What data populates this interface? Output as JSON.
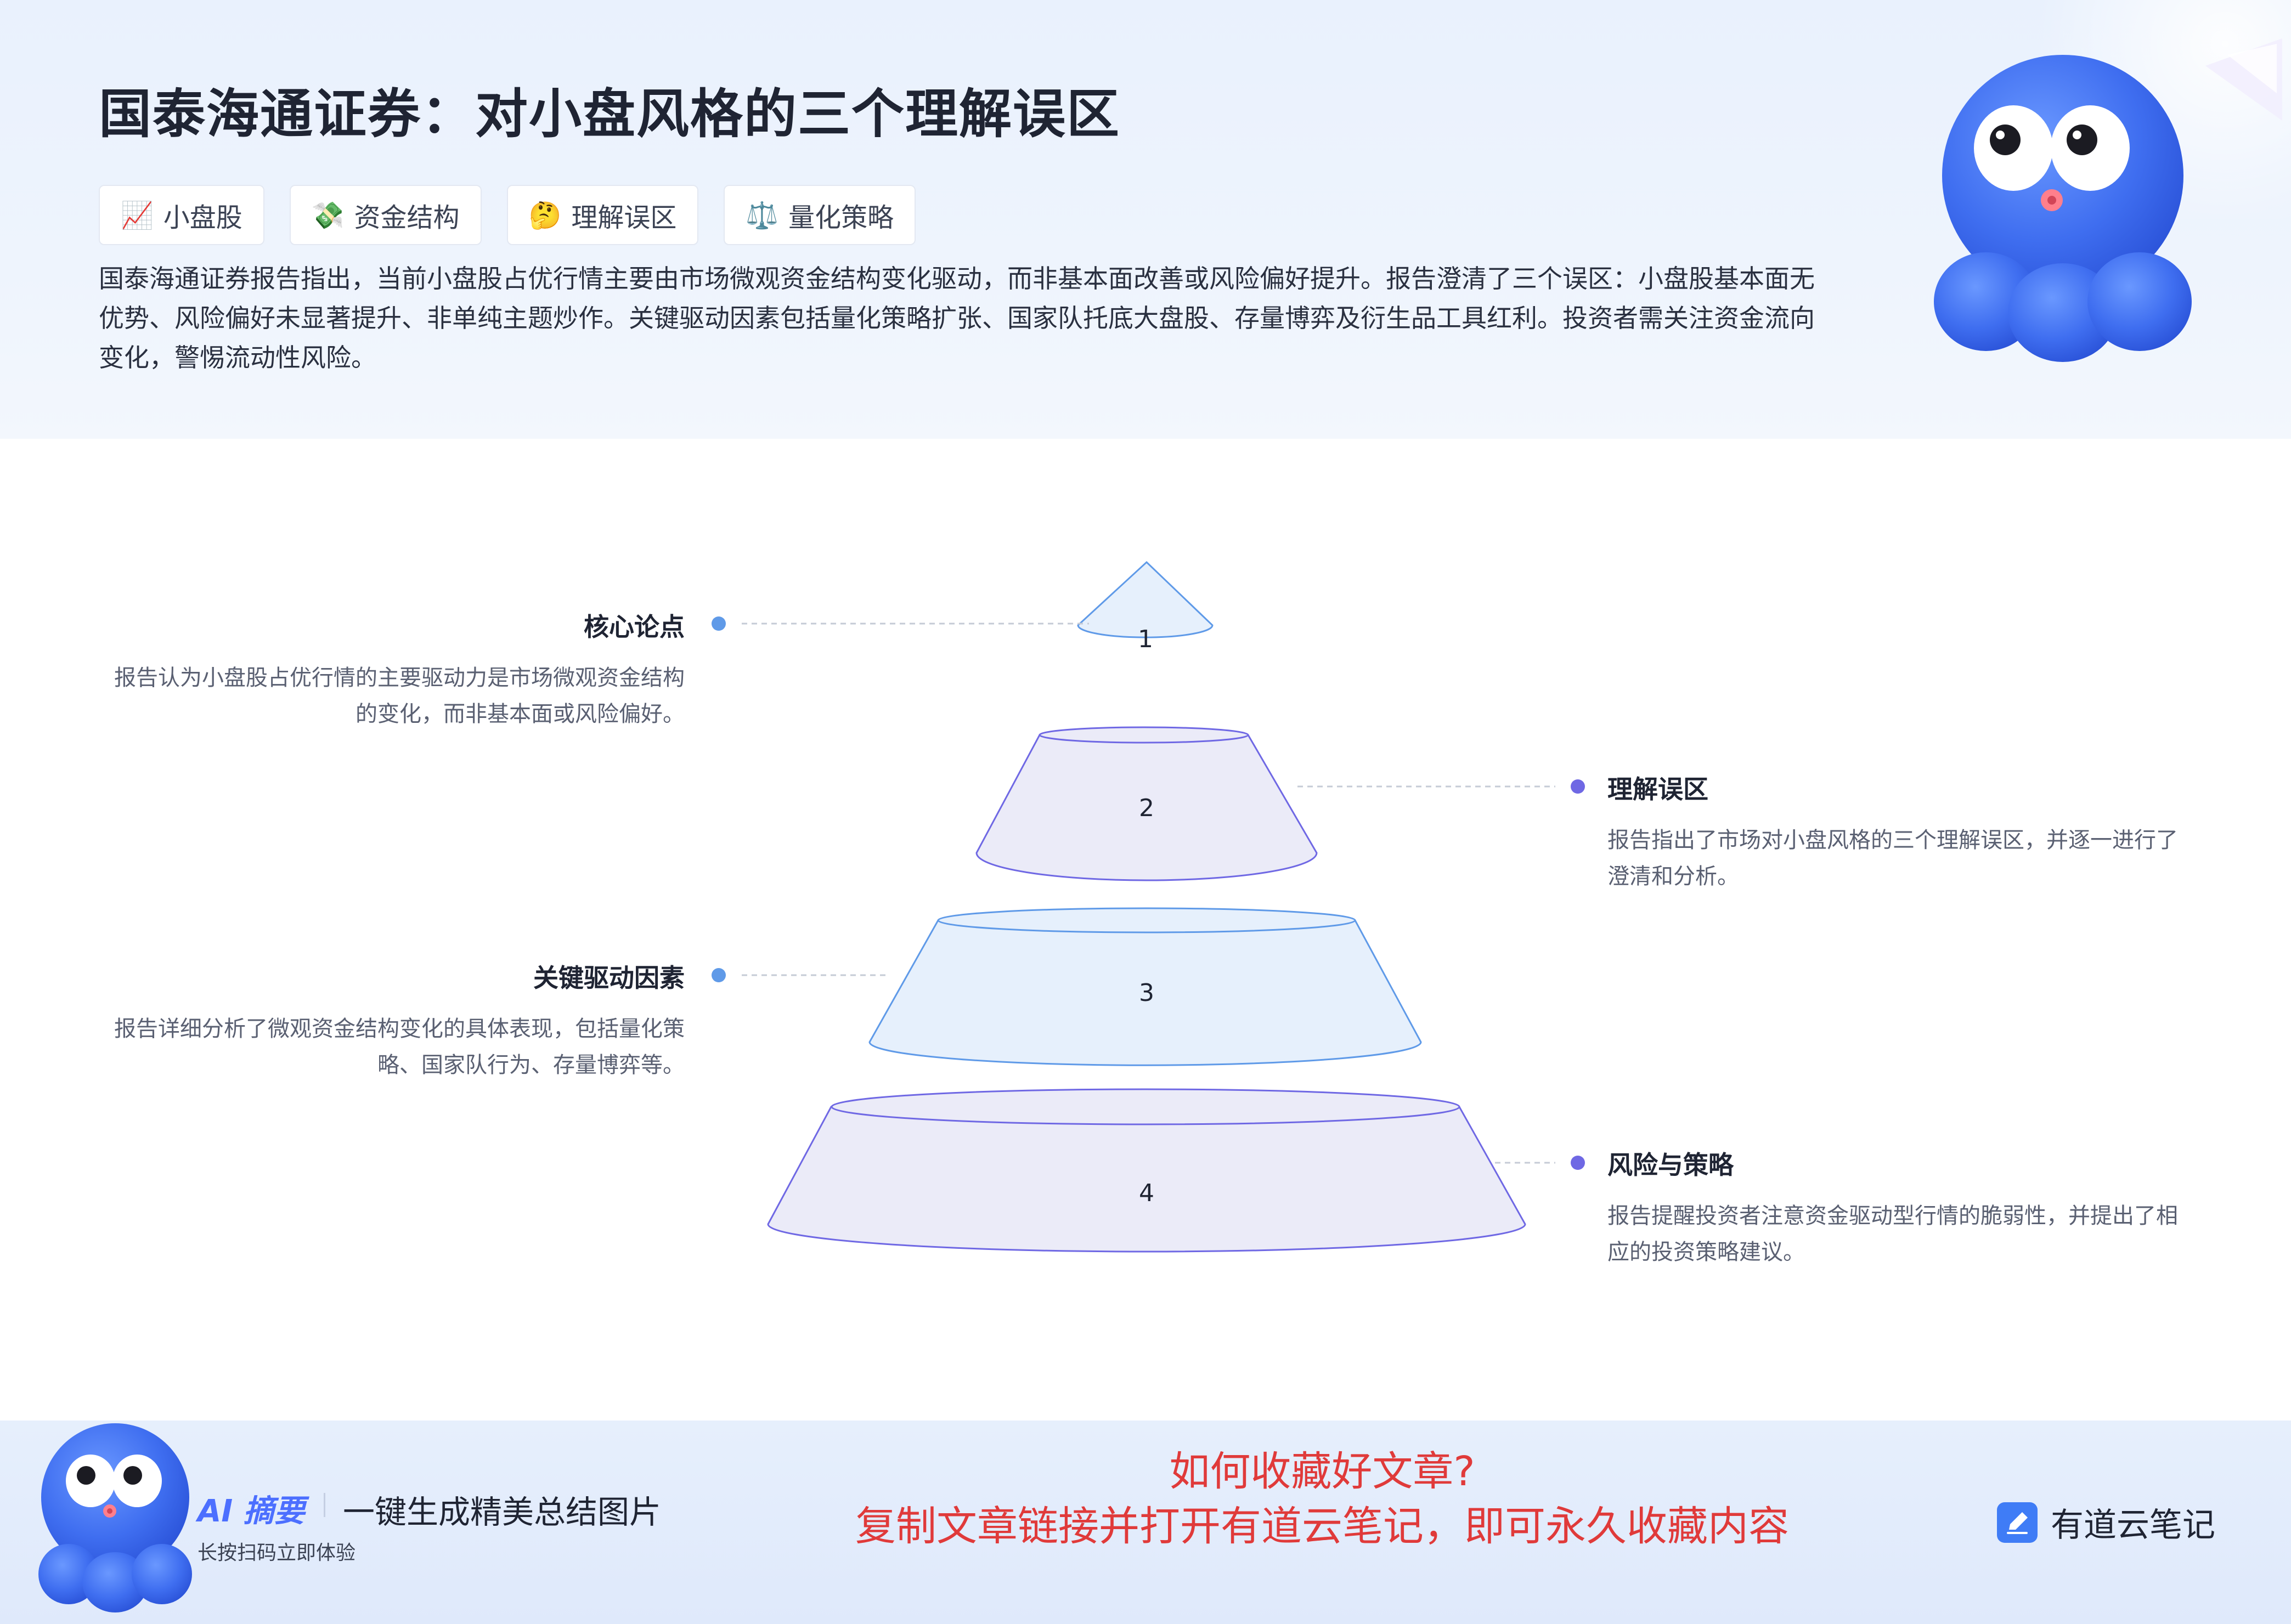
{
  "header": {
    "title": "国泰海通证券：对小盘风格的三个理解误区",
    "tags": [
      {
        "emoji": "📈",
        "label": "小盘股"
      },
      {
        "emoji": "💸",
        "label": "资金结构"
      },
      {
        "emoji": "🤔",
        "label": "理解误区"
      },
      {
        "emoji": "⚖️",
        "label": "量化策略"
      }
    ],
    "summary": "国泰海通证券报告指出，当前小盘股占优行情主要由市场微观资金结构变化驱动，而非基本面改善或风险偏好提升。报告澄清了三个误区：小盘股基本面无优势、风险偏好未显著提升、非单纯主题炒作。关键驱动因素包括量化策略扩张、国家队托底大盘股、存量博弈及衍生品工具红利。投资者需关注资金流向变化，警惕流动性风险。"
  },
  "diagram": {
    "tiers": [
      {
        "number": "1",
        "title": "核心论点",
        "description": "报告认为小盘股占优行情的主要驱动力是市场微观资金结构的变化，而非基本面或风险偏好。",
        "side": "left",
        "fill": "#e6f0fc",
        "stroke": "#5f9ae8"
      },
      {
        "number": "2",
        "title": "理解误区",
        "description": "报告指出了市场对小盘风格的三个理解误区，并逐一进行了澄清和分析。",
        "side": "right",
        "fill": "#ebebf8",
        "stroke": "#6f68e4"
      },
      {
        "number": "3",
        "title": "关键驱动因素",
        "description": "报告详细分析了微观资金结构变化的具体表现，包括量化策略、国家队行为、存量博弈等。",
        "side": "left",
        "fill": "#e6f0fc",
        "stroke": "#5f9ae8"
      },
      {
        "number": "4",
        "title": "风险与策略",
        "description": "报告提醒投资者注意资金驱动型行情的脆弱性，并提出了相应的投资策略建议。",
        "side": "right",
        "fill": "#ebebf8",
        "stroke": "#6f68e4"
      }
    ]
  },
  "footer": {
    "ai_logo": "AI 摘要",
    "slogan": "一键生成精美总结图片",
    "hint": "长按扫码立即体验",
    "cta_line1": "如何收藏好文章?",
    "cta_line2": "复制文章链接并打开有道云笔记，即可永久收藏内容",
    "brand": "有道云笔记",
    "brand_icon": "pencil-note-icon"
  }
}
